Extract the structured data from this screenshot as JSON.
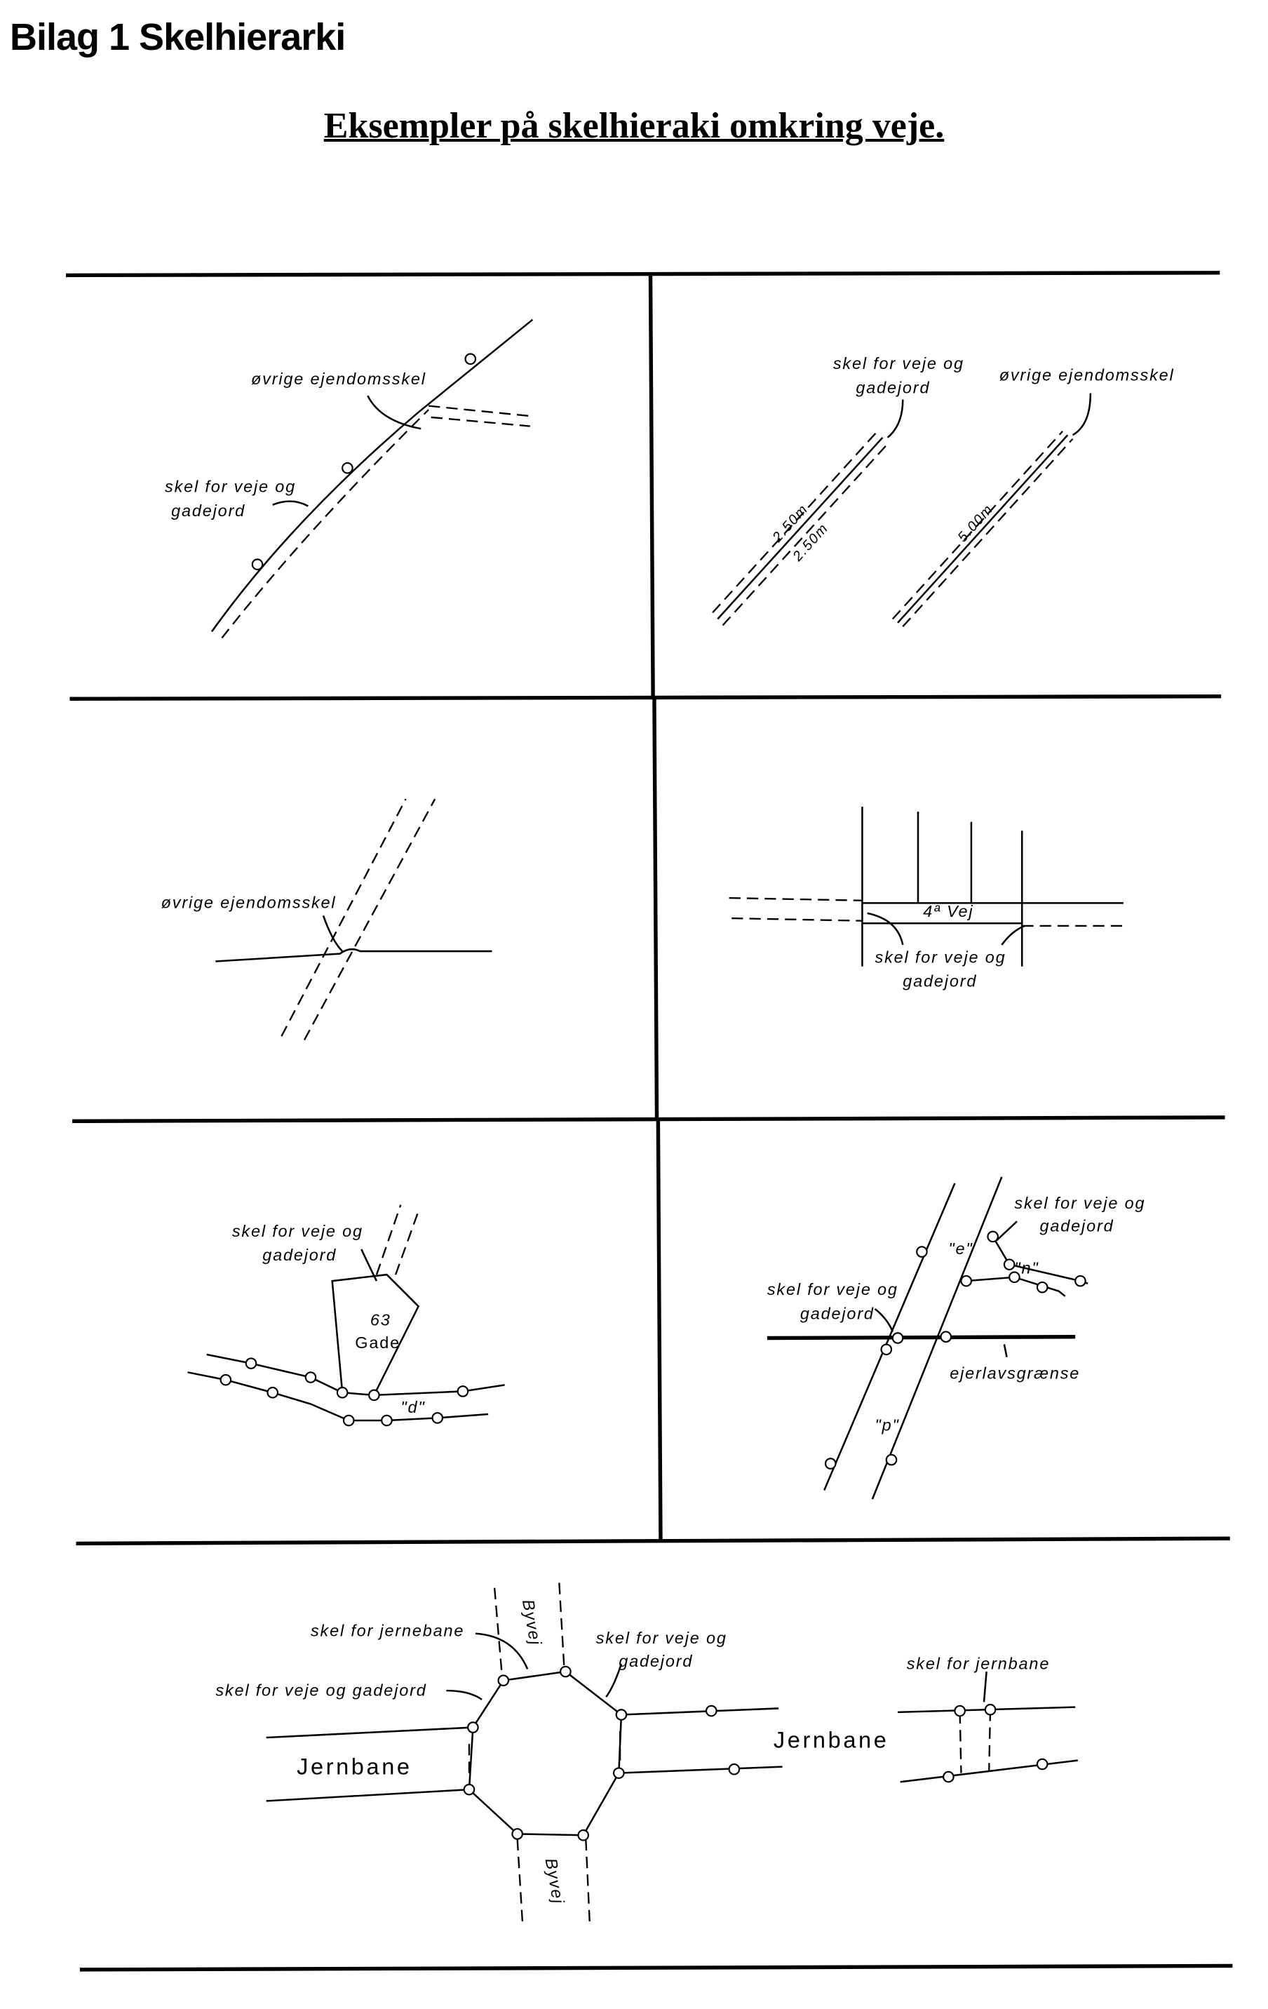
{
  "header": {
    "title": "Bilag 1 Skelhierarki",
    "subtitle": "Eksempler på skelhieraki omkring veje."
  },
  "panels": {
    "p1": {
      "label_a": "øvrige ejendomsskel",
      "label_b1": "skel for veje og",
      "label_b2": "gadejord"
    },
    "p2": {
      "label_a1": "skel for veje og",
      "label_a2": "gadejord",
      "label_b": "øvrige ejendomsskel",
      "dim_1": "2.50m",
      "dim_2": "2.50m",
      "dim_3": "5.00m"
    },
    "p3": {
      "label_a": "øvrige ejendomsskel"
    },
    "p4": {
      "road": "4ª Vej",
      "label_a1": "skel for veje og",
      "label_a2": "gadejord"
    },
    "p5": {
      "label_a1": "skel for veje og",
      "label_a2": "gadejord",
      "parcel": "63",
      "parcel_street": "Gade",
      "parcel_d": "\"d\""
    },
    "p6": {
      "label_a1": "skel for veje og",
      "label_a2": "gadejord",
      "label_b1": "skel for veje og",
      "label_b2": "gadejord",
      "parcel_e": "\"e\"",
      "parcel_n": "\"n\"",
      "parcel_p": "\"p\"",
      "label_c": "ejerlavsgrænse"
    },
    "p7": {
      "label_rail": "skel for jernebane",
      "label_road_left": "skel for veje og gadejord",
      "label_road_right1": "skel for veje og",
      "label_road_right2": "gadejord",
      "byvej_top": "Byvej",
      "byvej_bottom": "Byvej",
      "jernbane_left": "Jernbane",
      "jernbane_right": "Jernbane",
      "label_rail_right": "skel for jernbane"
    }
  }
}
